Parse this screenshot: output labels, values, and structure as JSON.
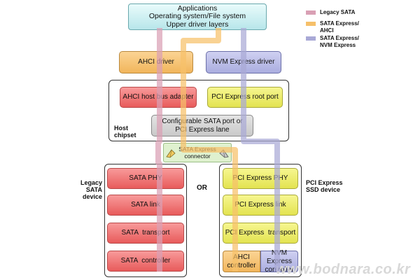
{
  "legend": {
    "legacy_sata": "Legacy SATA",
    "sata_express_ahci": "SATA Express/ AHCI",
    "sata_express_nvme": "SATA Express/ NVM Express",
    "colors": {
      "legacy_sata": "#d9a0b4",
      "sata_express_ahci": "#f6c06a",
      "sata_express_nvme": "#a9a9d6"
    }
  },
  "top_stack": {
    "line1": "Applications",
    "line2": "Operating system/File system",
    "line3": "Upper driver layers"
  },
  "drivers": {
    "ahci": "AHCI driver",
    "nvme": "NVM Express driver"
  },
  "host": {
    "ahci_hba": "AHCI host bus adapter",
    "pcie_root_port": "PCI Express root port",
    "configurable_port": "Configurable SATA port or PCI Express lane",
    "label": "Host chipset"
  },
  "connector": {
    "label": "SATA Express connector"
  },
  "or_label": "OR",
  "legacy_device": {
    "label": "Legacy SATA device",
    "layers": [
      "SATA PHY",
      "SATA link",
      "SATA  transport",
      "SATA  controller"
    ]
  },
  "pcie_device": {
    "label": "PCI Express SSD device",
    "layers": [
      "PCI Express PHY",
      "PCI Express link",
      "PCI Express  transport"
    ],
    "ahci_controller": "AHCI controller",
    "nvme_controller": "NVM Express controller"
  },
  "watermark": "www.bodnara.co.kr"
}
